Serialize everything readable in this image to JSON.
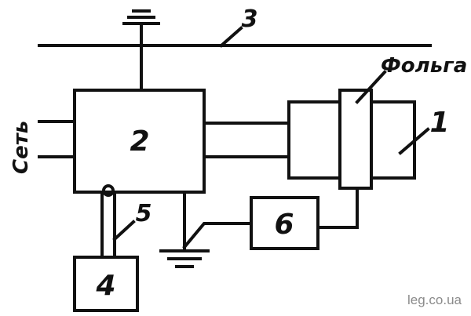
{
  "blocks": {
    "b1": "1",
    "b2": "2",
    "b4": "4",
    "b6": "6"
  },
  "callouts": {
    "bus": "3",
    "cable": "5",
    "foil": "Фольга",
    "mains": "Сеть"
  },
  "watermark": "leg.co.ua"
}
